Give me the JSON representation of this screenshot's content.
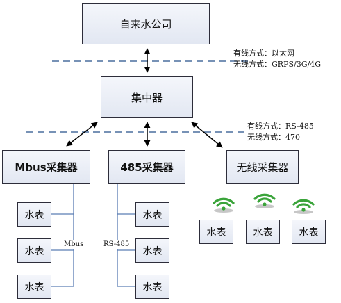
{
  "nodes": {
    "company": "自来水公司",
    "concentrator": "集中器",
    "mbus_collector": "Mbus采集器",
    "rs485_collector": "485采集器",
    "wireless_collector": "无线采集器"
  },
  "meter_label": "水表",
  "upper_link": {
    "wired": "有线方式：以太网",
    "wireless": "无线方式：GRPS/3G/4G"
  },
  "lower_link": {
    "wired": "有线方式：RS-485",
    "wireless": "无线方式：470"
  },
  "bus_labels": {
    "mbus": "Mbus",
    "rs485": "RS-485"
  },
  "colors": {
    "box_border": "#2d2d3a",
    "dashed_line": "#4a6f9e",
    "wifi_green": "#3aa43a",
    "wifi_shadow": "#c7c7c7"
  },
  "icons": [
    "wifi-icon",
    "wifi-icon",
    "wifi-icon"
  ]
}
